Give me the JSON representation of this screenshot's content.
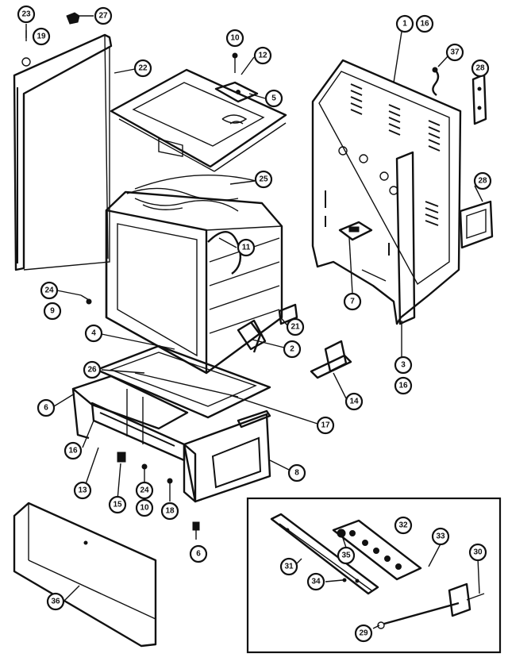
{
  "callouts": {
    "c23": "23",
    "c27": "27",
    "c19": "19",
    "c22": "22",
    "c10a": "10",
    "c12": "12",
    "c5": "5",
    "c1": "1",
    "c16a": "16",
    "c37": "37",
    "c28a": "28",
    "c25": "25",
    "c28b": "28",
    "c11": "11",
    "c24a": "24",
    "c9": "9",
    "c7": "7",
    "c4": "4",
    "c21": "21",
    "c2": "2",
    "c3": "3",
    "c16b": "16",
    "c26": "26",
    "c14": "14",
    "c6a": "6",
    "c17": "17",
    "c16c": "16",
    "c8": "8",
    "c13": "13",
    "c15": "15",
    "c24b": "24",
    "c10b": "10",
    "c18": "18",
    "c6b": "6",
    "c32": "32",
    "c33": "33",
    "c35": "35",
    "c30": "30",
    "c31": "31",
    "c34": "34",
    "c29": "29",
    "c36": "36"
  }
}
